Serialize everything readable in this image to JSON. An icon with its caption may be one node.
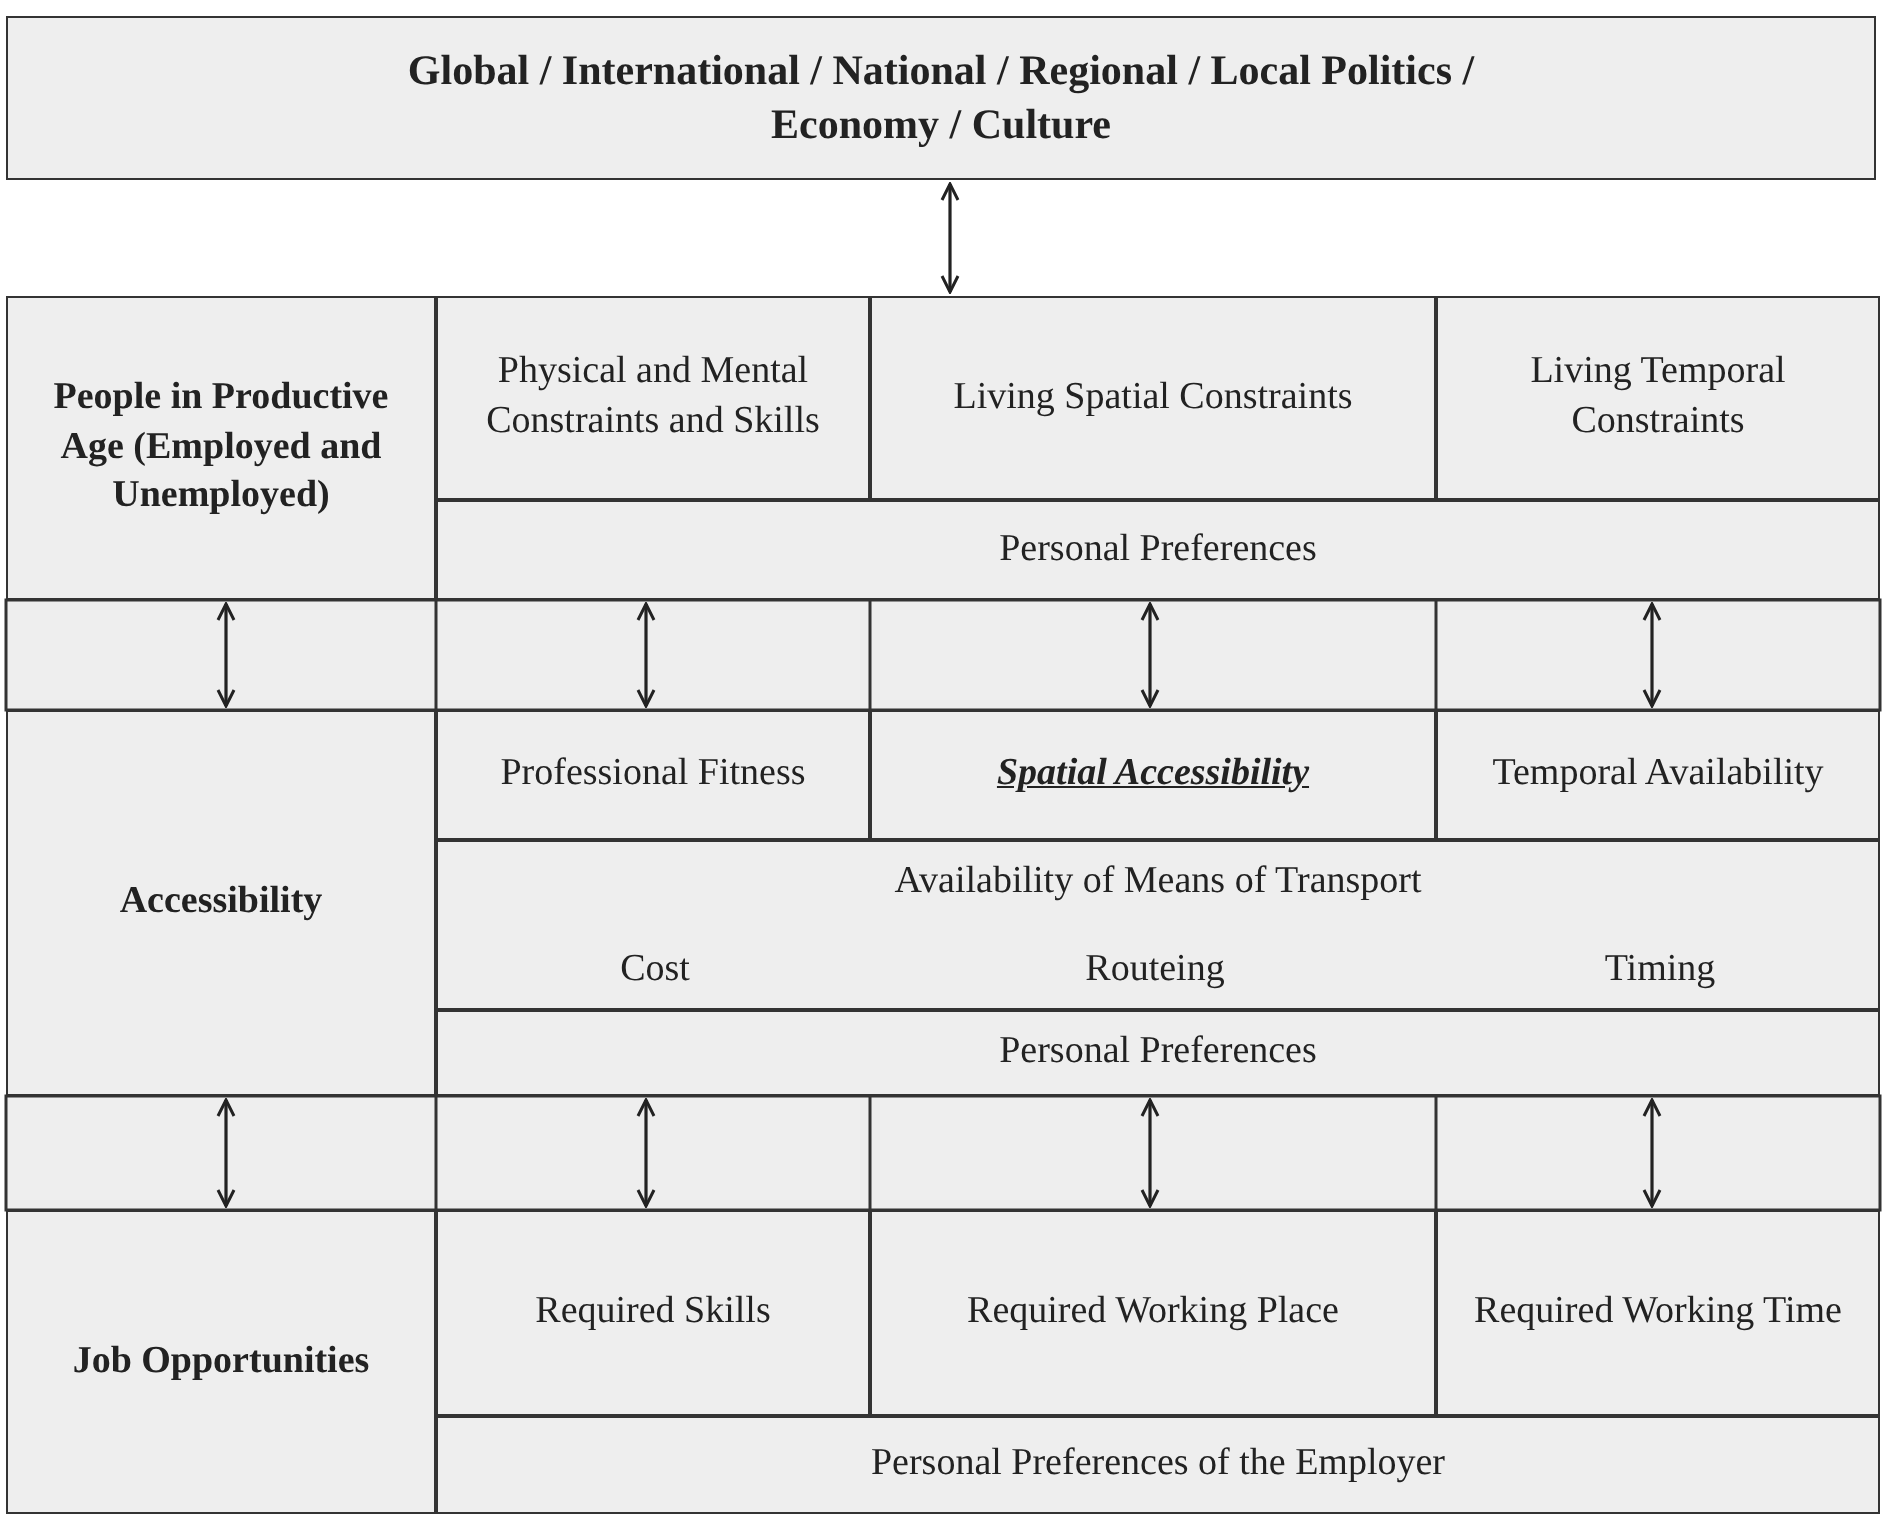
{
  "diagram": {
    "nodes": [
      {
        "text": [
          "Global / International / National / Regional / Local Politics / Economy / Culture"
        ]
      },
      {
        "text": [
          "People in Productive Age (Employed and Unemployed)"
        ]
      },
      {
        "text": [
          "Physical and Mental Constraints and Skills"
        ]
      },
      {
        "text": [
          "Living Spatial Constraints"
        ]
      },
      {
        "text": [
          "Living Temporal Constraints"
        ]
      },
      {
        "text": [
          "Personal Preferences"
        ]
      },
      {
        "text": [
          "Accessibility"
        ]
      },
      {
        "text": [
          "Professional Fitness"
        ]
      },
      {
        "text": [
          "Spatial Accessibility"
        ]
      },
      {
        "text": [
          "Temporal Availability"
        ]
      },
      {
        "text": [
          "Availability of Means of Transport",
          "Cost",
          "Routeing",
          "Timing"
        ]
      },
      {
        "text": [
          "Personal Preferences"
        ]
      },
      {
        "text": [
          "Job Opportunities"
        ]
      },
      {
        "text": [
          "Required Skills"
        ]
      },
      {
        "text": [
          "Required Working Place"
        ]
      },
      {
        "text": [
          "Required Working Time"
        ]
      },
      {
        "text": [
          "Personal Preferences of the Employer"
        ]
      }
    ],
    "edges": [
      {
        "from": 0,
        "to": 3,
        "arrow": "both"
      },
      {
        "from": 1,
        "to": 6,
        "arrow": "both"
      },
      {
        "from": 5,
        "to": 7,
        "arrow": "both"
      },
      {
        "from": 5,
        "to": 8,
        "arrow": "both"
      },
      {
        "from": 5,
        "to": 9,
        "arrow": "both"
      },
      {
        "from": 6,
        "to": 12,
        "arrow": "both"
      },
      {
        "from": 11,
        "to": 13,
        "arrow": "both"
      },
      {
        "from": 11,
        "to": 14,
        "arrow": "both"
      },
      {
        "from": 11,
        "to": 15,
        "arrow": "both"
      }
    ]
  }
}
